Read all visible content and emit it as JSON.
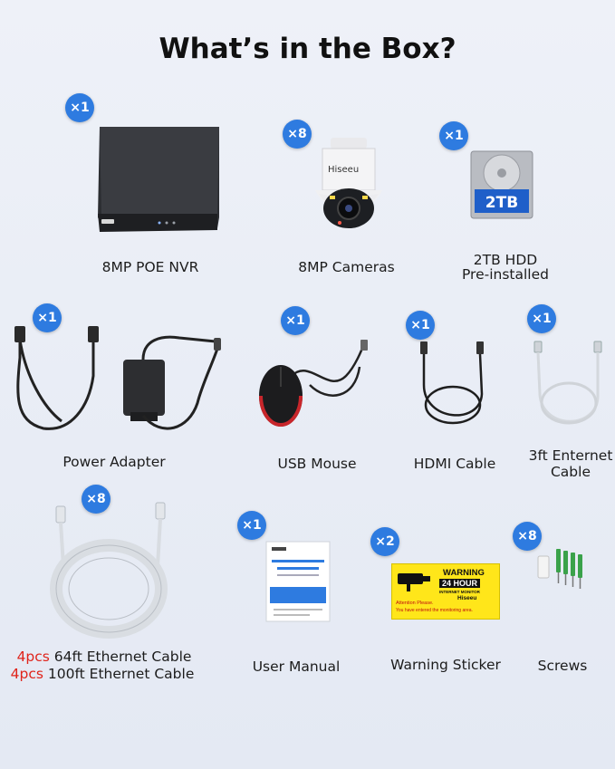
{
  "title": "What’s in the Box?",
  "colors": {
    "badge": "#2e7be0",
    "highlight_red": "#e0241b",
    "sticker_yellow": "#ffe61a"
  },
  "items": [
    {
      "qty": "×1",
      "label": "8MP POE NVR",
      "icon": "nvr-recorder-icon"
    },
    {
      "qty": "×8",
      "label": "8MP Cameras",
      "icon": "ptz-camera-icon",
      "brand": "Hiseeu"
    },
    {
      "qty": "×1",
      "label_line1": "2TB HDD",
      "label_line2": "Pre-installed",
      "icon": "hard-drive-icon",
      "capacity": "2TB"
    },
    {
      "qty": "×1",
      "label": "Power Adapter",
      "icon": "power-adapter-icon"
    },
    {
      "qty": "×1",
      "label": "USB Mouse",
      "icon": "usb-mouse-icon"
    },
    {
      "qty": "×1",
      "label": "HDMI Cable",
      "icon": "hdmi-cable-icon"
    },
    {
      "qty": "×1",
      "label_line1": "3ft Enternet",
      "label_line2": "Cable",
      "icon": "ethernet-cable-short-icon"
    },
    {
      "qty": "×8",
      "line1_count": "4pcs",
      "line1_text": " 64ft Ethernet Cable",
      "line2_count": "4pcs",
      "line2_text": " 100ft Ethernet Cable",
      "icon": "ethernet-cable-coil-icon"
    },
    {
      "qty": "×1",
      "label": "User Manual",
      "icon": "user-manual-icon"
    },
    {
      "qty": "×2",
      "label": "Warning Sticker",
      "icon": "warning-sticker-icon",
      "sticker": {
        "warning": "WARNING",
        "hours": "24 HOUR",
        "monitor": "INTERNET MONITOR",
        "attention": "Attention Please.",
        "notice": "You have entered the monitoring area.",
        "brand": "Hiseeu"
      }
    },
    {
      "qty": "×8",
      "label": "Screws",
      "icon": "screws-icon"
    }
  ]
}
